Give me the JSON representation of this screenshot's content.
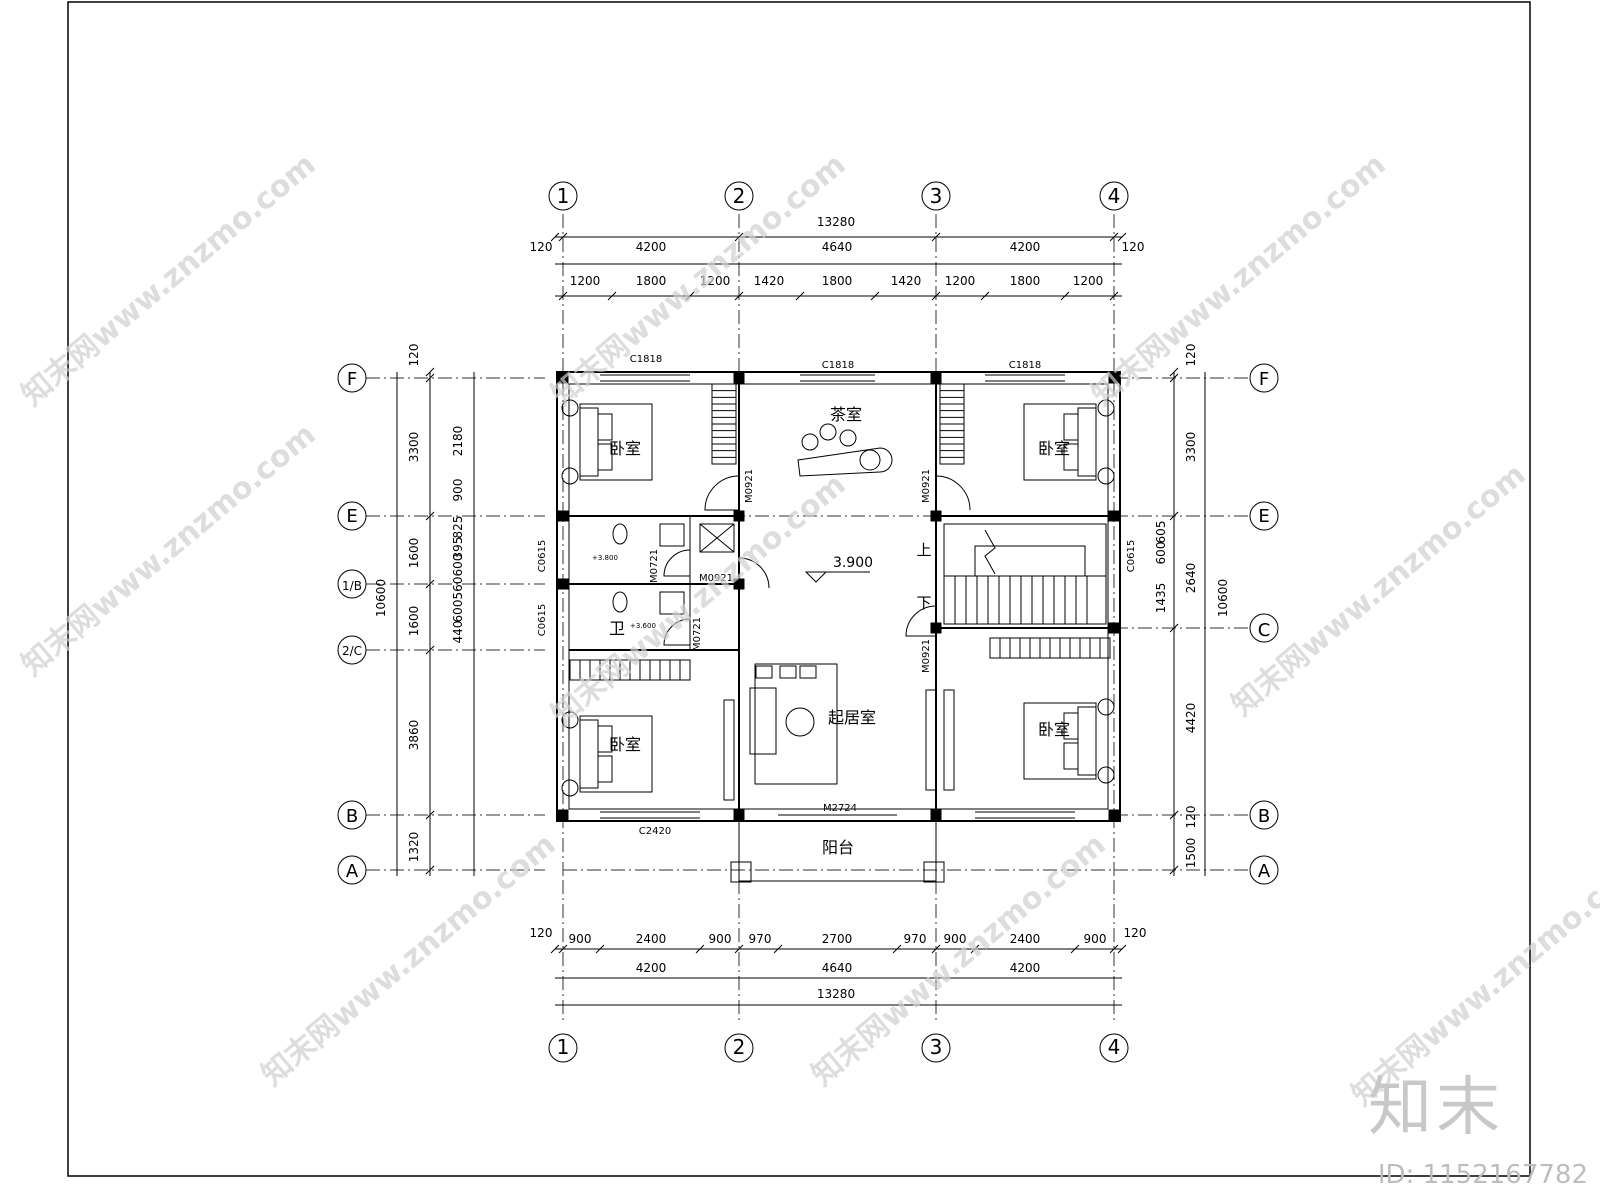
{
  "axes_top": [
    "1",
    "2",
    "3",
    "4"
  ],
  "axes_bottom": [
    "1",
    "2",
    "3",
    "4"
  ],
  "axes_left": [
    "F",
    "E",
    "1/B",
    "2/C",
    "B",
    "A"
  ],
  "axes_right": [
    "F",
    "E",
    "C",
    "B",
    "A"
  ],
  "dims_top": {
    "overall": "13280",
    "row2": [
      "120",
      "4200",
      "4640",
      "4200",
      "120"
    ],
    "row3": [
      "1200",
      "1800",
      "1200",
      "1420",
      "1800",
      "1420",
      "1200",
      "1800",
      "1200"
    ]
  },
  "dims_bottom": {
    "row1": [
      "120",
      "900",
      "2400",
      "900",
      "970",
      "2700",
      "970",
      "900",
      "2400",
      "900",
      "120"
    ],
    "row2": [
      "4200",
      "4640",
      "4200"
    ],
    "overall": "13280"
  },
  "dims_left": {
    "overall": "10600",
    "outer": [
      "120",
      "3300",
      "1600",
      "1600",
      "3860",
      "1320"
    ],
    "inner": [
      "2180",
      "900",
      "825",
      "395",
      "600",
      "560",
      "600",
      "440"
    ]
  },
  "dims_right": {
    "overall": "10600",
    "outer": [
      "120",
      "3300",
      "2640",
      "4420",
      "120",
      "1500"
    ],
    "inner": [
      "605",
      "600",
      "1435"
    ]
  },
  "windows": {
    "w_top_left": "C1818",
    "w_top_mid": "C1818",
    "w_top_right": "C1818",
    "w_bottom_left": "C2420",
    "w_side_left_1": "C0615",
    "w_side_left_2": "C0615",
    "w_side_right": "C0615"
  },
  "doors": {
    "d1": "M0921",
    "d2": "M0921",
    "d3": "M0721",
    "d4": "M0921",
    "d5": "M0721",
    "d6": "M0921",
    "d7": "M2724"
  },
  "rooms": {
    "bedroom_tl": "卧室",
    "bedroom_tr": "卧室",
    "bedroom_bl": "卧室",
    "bedroom_br": "卧室",
    "tea_room": "茶室",
    "living": "起居室",
    "balcony": "阳台",
    "bath": "卫"
  },
  "floor_level": "3.900",
  "bath_levels": [
    "+3.800",
    "+3.600"
  ],
  "stairs": {
    "up": "上",
    "down": "下"
  },
  "watermark": "知末网www.znzmo.com",
  "brand": {
    "logo": "知末",
    "id": "ID: 1152167782"
  }
}
